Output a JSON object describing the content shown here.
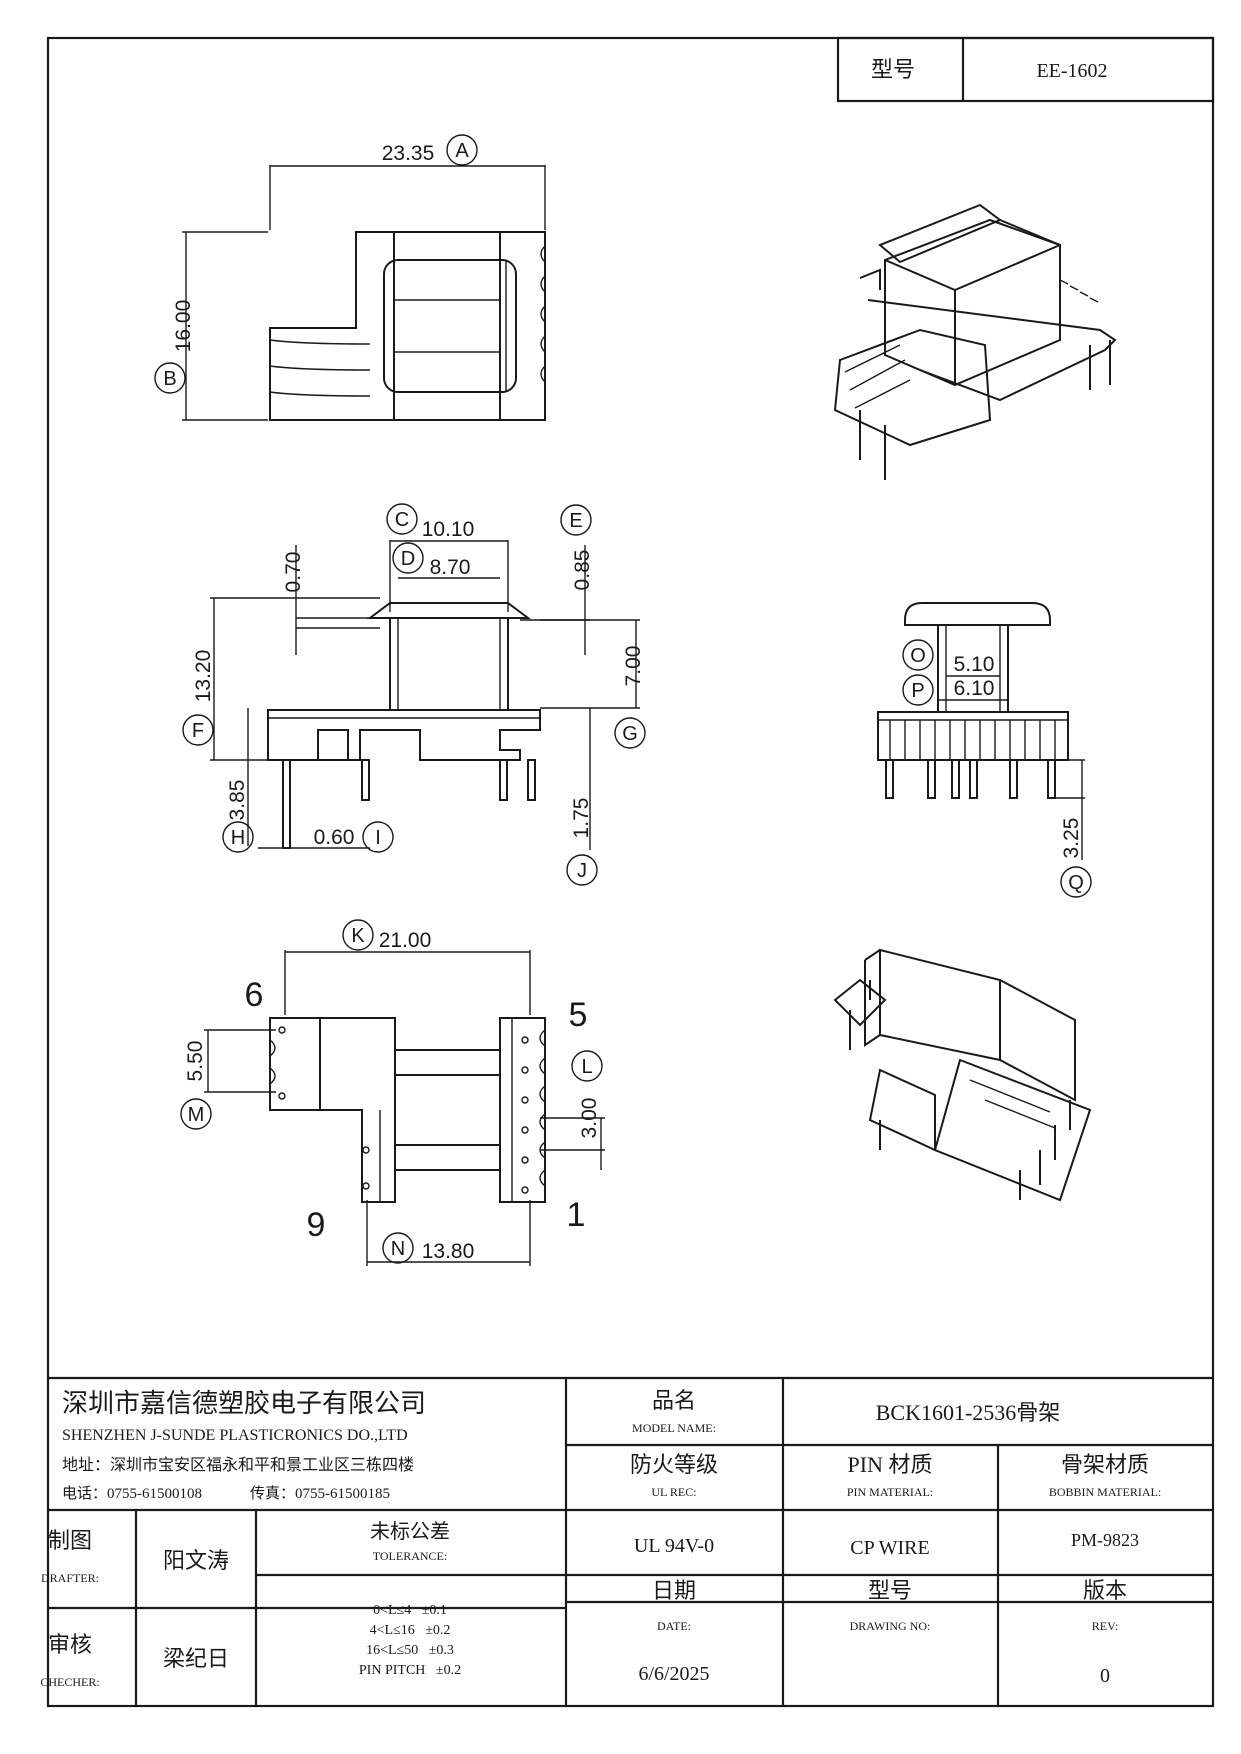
{
  "header": {
    "model_label": "型号",
    "model_value": "EE-1602"
  },
  "dimensions": {
    "A": "23.35",
    "B": "16.00",
    "C": "10.10",
    "D": "8.70",
    "E": "0.85",
    "F": "13.20",
    "G": "7.00",
    "H": "3.85",
    "I": "0.60",
    "J": "1.75",
    "K": "21.00",
    "L": "3.00",
    "M": "5.50",
    "N": "13.80",
    "O": "5.10",
    "P": "6.10",
    "Q": "3.25",
    "extra": "0.70"
  },
  "bubbles": [
    "A",
    "B",
    "C",
    "D",
    "E",
    "F",
    "G",
    "H",
    "I",
    "J",
    "K",
    "L",
    "M",
    "N",
    "O",
    "P",
    "Q"
  ],
  "pins": {
    "p6": "6",
    "p5": "5",
    "p9": "9",
    "p1": "1"
  },
  "title_block": {
    "company_cn": "深圳市嘉信德塑胶电子有限公司",
    "company_en": "SHENZHEN J-SUNDE PLASTICRONICS DO.,LTD",
    "address": "地址：深圳市宝安区福永和平和景工业区三栋四楼",
    "phone": "电话：0755-61500108",
    "fax": "传真：0755-61500185",
    "product_name_cn": "品名",
    "product_name_en": "MODEL NAME:",
    "product_name_value": "BCK1601-2536骨架",
    "fire_cn": "防火等级",
    "fire_en": "UL REC:",
    "fire_value": "UL 94V-0",
    "pin_cn": "PIN 材质",
    "pin_en": "PIN MATERIAL:",
    "pin_value": "CP WIRE",
    "bobbin_cn": "骨架材质",
    "bobbin_en": "BOBBIN MATERIAL:",
    "bobbin_value": "PM-9823",
    "drafter_cn": "制图",
    "drafter_en": "DRAFTER:",
    "drafter_value": "阳文涛",
    "checker_cn": "审核",
    "checker_en": "CHECHER:",
    "checker_value": "梁纪日",
    "tolerance_cn": "未标公差",
    "tolerance_en": "TOLERANCE:",
    "tolerance_lines": [
      "0<L≤4   ±0.1",
      "4<L≤16   ±0.2",
      "16<L≤50   ±0.3",
      "PIN PITCH   ±0.2"
    ],
    "date_cn": "日期",
    "date_en": "DATE:",
    "date_value": "6/6/2025",
    "drawing_cn": "型号",
    "drawing_en": "DRAWING NO:",
    "drawing_value": "",
    "rev_cn": "版本",
    "rev_en": "REV:",
    "rev_value": "0"
  }
}
